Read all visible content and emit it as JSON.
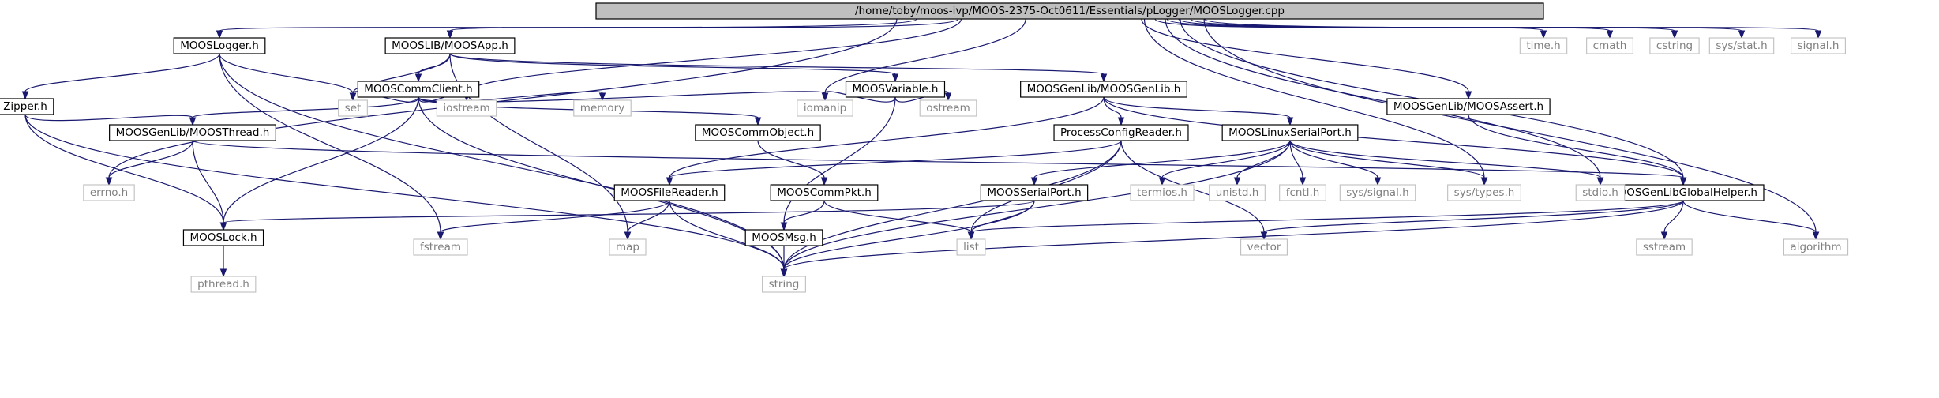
{
  "diagram": {
    "type": "include-dependency-graph",
    "root": "/home/toby/moos-ivp/MOOS-2375-Oct0611/Essentials/pLogger/MOOSLogger.cpp",
    "nodes": [
      {
        "id": "root",
        "label": "/home/toby/moos-ivp/MOOS-2375-Oct0611/Essentials/pLogger/MOOSLogger.cpp",
        "kind": "root"
      },
      {
        "id": "mooslogger_h",
        "label": "MOOSLogger.h",
        "kind": "local"
      },
      {
        "id": "moosapp_h",
        "label": "MOOSLIB/MOOSApp.h",
        "kind": "local"
      },
      {
        "id": "zipper_h",
        "label": "Zipper.h",
        "kind": "local"
      },
      {
        "id": "mooscommclient_h",
        "label": "MOOSCommClient.h",
        "kind": "local"
      },
      {
        "id": "moosvariable_h",
        "label": "MOOSVariable.h",
        "kind": "local"
      },
      {
        "id": "moosgenlib_h",
        "label": "MOOSGenLib/MOOSGenLib.h",
        "kind": "local"
      },
      {
        "id": "moosassert_h",
        "label": "MOOSGenLib/MOOSAssert.h",
        "kind": "local"
      },
      {
        "id": "moosthread_h",
        "label": "MOOSGenLib/MOOSThread.h",
        "kind": "local"
      },
      {
        "id": "mooscommobject_h",
        "label": "MOOSCommObject.h",
        "kind": "local"
      },
      {
        "id": "processconfigreader_h",
        "label": "ProcessConfigReader.h",
        "kind": "local"
      },
      {
        "id": "mooslinuxserialport_h",
        "label": "MOOSLinuxSerialPort.h",
        "kind": "local"
      },
      {
        "id": "moosfilereader_h",
        "label": "MOOSFileReader.h",
        "kind": "local"
      },
      {
        "id": "mooscommpkt_h",
        "label": "MOOSCommPkt.h",
        "kind": "local"
      },
      {
        "id": "moosserialport_h",
        "label": "MOOSSerialPort.h",
        "kind": "local"
      },
      {
        "id": "moosgenlibglobalhelper_h",
        "label": "MOOSGenLibGlobalHelper.h",
        "kind": "local"
      },
      {
        "id": "mooslock_h",
        "label": "MOOSLock.h",
        "kind": "local"
      },
      {
        "id": "moosmsg_h",
        "label": "MOOSMsg.h",
        "kind": "local"
      },
      {
        "id": "time_h",
        "label": "time.h",
        "kind": "system"
      },
      {
        "id": "cmath",
        "label": "cmath",
        "kind": "system"
      },
      {
        "id": "cstring",
        "label": "cstring",
        "kind": "system"
      },
      {
        "id": "sys_stat_h",
        "label": "sys/stat.h",
        "kind": "system"
      },
      {
        "id": "signal_h",
        "label": "signal.h",
        "kind": "system"
      },
      {
        "id": "set",
        "label": "set",
        "kind": "system"
      },
      {
        "id": "iostream",
        "label": "iostream",
        "kind": "system"
      },
      {
        "id": "memory",
        "label": "memory",
        "kind": "system"
      },
      {
        "id": "iomanip",
        "label": "iomanip",
        "kind": "system"
      },
      {
        "id": "ostream",
        "label": "ostream",
        "kind": "system"
      },
      {
        "id": "errno_h",
        "label": "errno.h",
        "kind": "system"
      },
      {
        "id": "termios_h",
        "label": "termios.h",
        "kind": "system"
      },
      {
        "id": "unistd_h",
        "label": "unistd.h",
        "kind": "system"
      },
      {
        "id": "fcntl_h",
        "label": "fcntl.h",
        "kind": "system"
      },
      {
        "id": "sys_signal_h",
        "label": "sys/signal.h",
        "kind": "system"
      },
      {
        "id": "sys_types_h",
        "label": "sys/types.h",
        "kind": "system"
      },
      {
        "id": "stdio_h",
        "label": "stdio.h",
        "kind": "system"
      },
      {
        "id": "fstream",
        "label": "fstream",
        "kind": "system"
      },
      {
        "id": "map",
        "label": "map",
        "kind": "system"
      },
      {
        "id": "list",
        "label": "list",
        "kind": "system"
      },
      {
        "id": "vector",
        "label": "vector",
        "kind": "system"
      },
      {
        "id": "sstream",
        "label": "sstream",
        "kind": "system"
      },
      {
        "id": "algorithm",
        "label": "algorithm",
        "kind": "system"
      },
      {
        "id": "pthread_h",
        "label": "pthread.h",
        "kind": "system"
      },
      {
        "id": "string",
        "label": "string",
        "kind": "system"
      }
    ],
    "edges": [
      [
        "root",
        "mooslogger_h"
      ],
      [
        "root",
        "moosapp_h"
      ],
      [
        "root",
        "iostream"
      ],
      [
        "root",
        "errno_h"
      ],
      [
        "root",
        "iomanip"
      ],
      [
        "root",
        "sys_types_h"
      ],
      [
        "root",
        "moosassert_h"
      ],
      [
        "root",
        "moosgenlibglobalhelper_h"
      ],
      [
        "root",
        "time_h"
      ],
      [
        "root",
        "cmath"
      ],
      [
        "root",
        "cstring"
      ],
      [
        "root",
        "sys_stat_h"
      ],
      [
        "root",
        "signal_h"
      ],
      [
        "root",
        "stdio_h"
      ],
      [
        "root",
        "algorithm"
      ],
      [
        "mooslogger_h",
        "zipper_h"
      ],
      [
        "mooslogger_h",
        "set"
      ],
      [
        "mooslogger_h",
        "fstream"
      ],
      [
        "mooslogger_h",
        "string"
      ],
      [
        "moosapp_h",
        "set"
      ],
      [
        "moosapp_h",
        "mooscommclient_h"
      ],
      [
        "moosapp_h",
        "moosvariable_h"
      ],
      [
        "moosapp_h",
        "moosgenlib_h"
      ],
      [
        "moosapp_h",
        "map"
      ],
      [
        "zipper_h",
        "moosthread_h"
      ],
      [
        "zipper_h",
        "mooslock_h"
      ],
      [
        "zipper_h",
        "string"
      ],
      [
        "mooscommclient_h",
        "moosthread_h"
      ],
      [
        "mooscommclient_h",
        "set"
      ],
      [
        "mooscommclient_h",
        "iostream"
      ],
      [
        "mooscommclient_h",
        "memory"
      ],
      [
        "mooscommclient_h",
        "mooscommobject_h"
      ],
      [
        "mooscommclient_h",
        "iomanip"
      ],
      [
        "mooscommclient_h",
        "mooslock_h"
      ],
      [
        "mooscommclient_h",
        "string"
      ],
      [
        "moosvariable_h",
        "iomanip"
      ],
      [
        "moosvariable_h",
        "ostream"
      ],
      [
        "moosvariable_h",
        "moosmsg_h"
      ],
      [
        "moosgenlib_h",
        "processconfigreader_h"
      ],
      [
        "moosgenlib_h",
        "mooslinuxserialport_h"
      ],
      [
        "moosgenlib_h",
        "moosfilereader_h"
      ],
      [
        "moosgenlib_h",
        "moosgenlibglobalhelper_h"
      ],
      [
        "moosassert_h",
        "moosgenlibglobalhelper_h"
      ],
      [
        "moosthread_h",
        "errno_h"
      ],
      [
        "moosthread_h",
        "mooslock_h"
      ],
      [
        "moosthread_h",
        "moosgenlibglobalhelper_h"
      ],
      [
        "mooscommobject_h",
        "mooscommpkt_h"
      ],
      [
        "processconfigreader_h",
        "moosfilereader_h"
      ],
      [
        "processconfigreader_h",
        "list"
      ],
      [
        "processconfigreader_h",
        "vector"
      ],
      [
        "processconfigreader_h",
        "string"
      ],
      [
        "mooslinuxserialport_h",
        "moosserialport_h"
      ],
      [
        "mooslinuxserialport_h",
        "termios_h"
      ],
      [
        "mooslinuxserialport_h",
        "unistd_h"
      ],
      [
        "mooslinuxserialport_h",
        "fcntl_h"
      ],
      [
        "mooslinuxserialport_h",
        "sys_signal_h"
      ],
      [
        "mooslinuxserialport_h",
        "sys_types_h"
      ],
      [
        "mooslinuxserialport_h",
        "stdio_h"
      ],
      [
        "mooslinuxserialport_h",
        "string"
      ],
      [
        "moosfilereader_h",
        "fstream"
      ],
      [
        "moosfilereader_h",
        "map"
      ],
      [
        "moosfilereader_h",
        "string"
      ],
      [
        "mooscommpkt_h",
        "moosmsg_h"
      ],
      [
        "mooscommpkt_h",
        "list"
      ],
      [
        "moosserialport_h",
        "mooslock_h"
      ],
      [
        "moosserialport_h",
        "list"
      ],
      [
        "moosserialport_h",
        "string"
      ],
      [
        "moosgenlibglobalhelper_h",
        "list"
      ],
      [
        "moosgenlibglobalhelper_h",
        "vector"
      ],
      [
        "moosgenlibglobalhelper_h",
        "sstream"
      ],
      [
        "moosgenlibglobalhelper_h",
        "algorithm"
      ],
      [
        "moosgenlibglobalhelper_h",
        "string"
      ],
      [
        "mooslock_h",
        "pthread_h"
      ],
      [
        "moosmsg_h",
        "string"
      ]
    ]
  },
  "colors": {
    "edge": "#191970",
    "root_fill": "#bfbfbf",
    "local_border": "#000000",
    "system_border": "#bfbfbf",
    "system_text": "#808080"
  }
}
